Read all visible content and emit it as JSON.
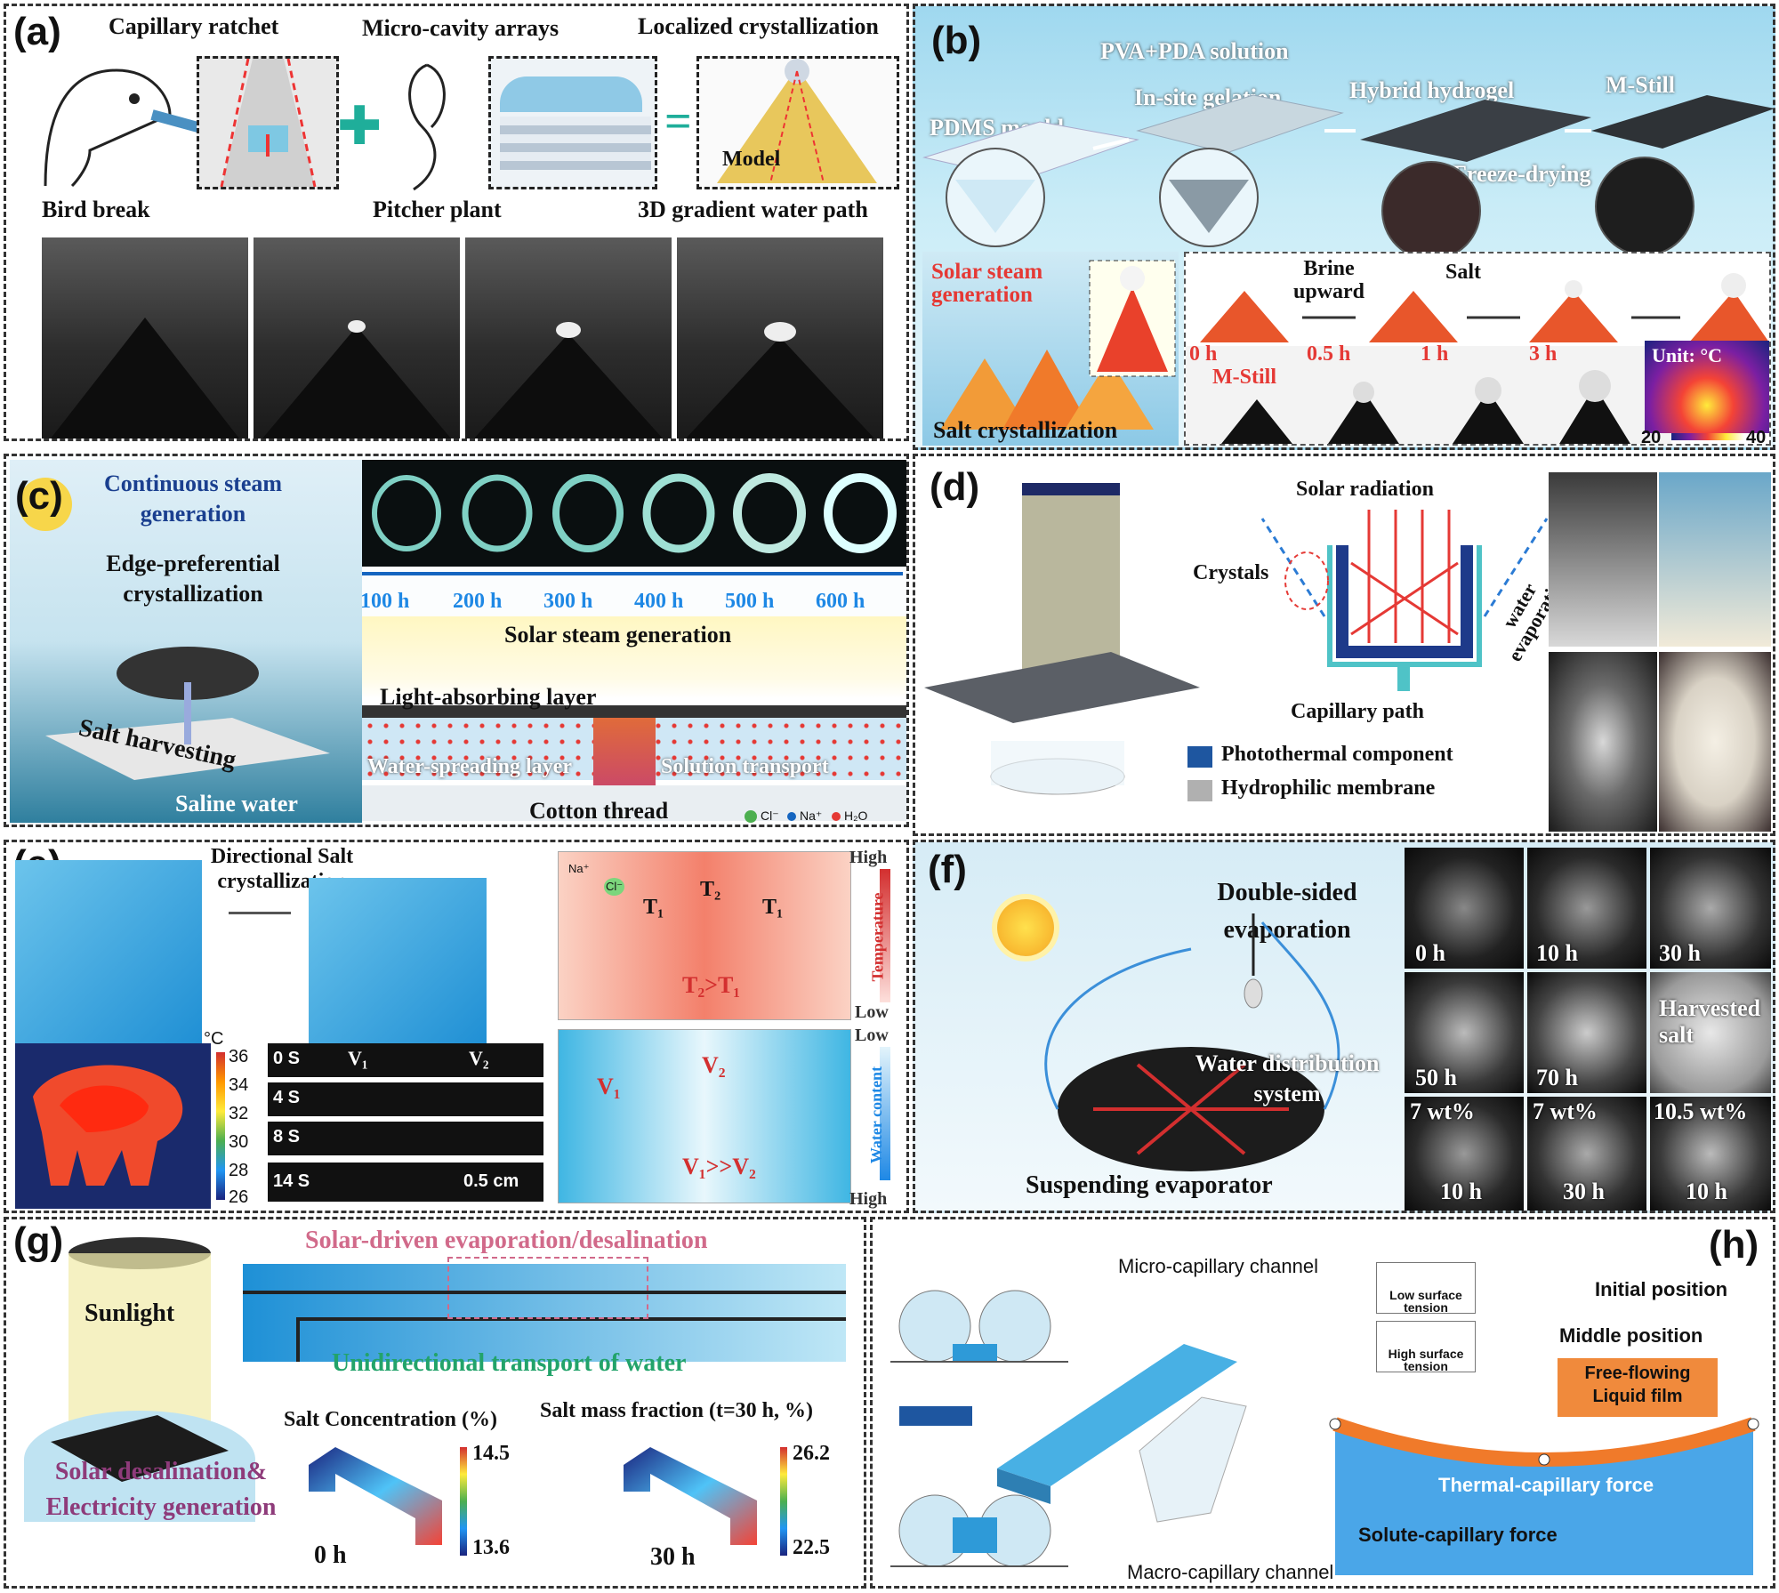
{
  "panels": {
    "a": {
      "label": "(a)",
      "capillary_ratchet": "Capillary ratchet",
      "micro_cavity": "Micro-cavity arrays",
      "localized": "Localized crystallization",
      "model": "Model",
      "bird": "Bird break",
      "pitcher": "Pitcher plant",
      "gradient": "3D gradient water path"
    },
    "b": {
      "label": "(b)",
      "pva": "PVA+PDA solution",
      "pdms": "PDMS mould",
      "insite": "In-site gelation",
      "hybrid": "Hybrid hydrogel",
      "mstill": "M-Still",
      "freeze": "Freeze-drying",
      "solar_steam": "Solar steam generation",
      "brine": "Brine upward",
      "salt": "Salt",
      "t0": "0 h",
      "mstill2": "M-Still",
      "t05": "0.5 h",
      "t1": "1 h",
      "t3": "3 h",
      "unit": "Unit: °C",
      "salt_cryst": "Salt crystallization",
      "scale_min": "20",
      "scale_max": "40"
    },
    "c": {
      "label": "(c)",
      "continuous": "Continuous steam generation",
      "edge": "Edge-preferential crystallization",
      "harvest": "Salt harvesting",
      "saline": "Saline water",
      "times": [
        "100 h",
        "200 h",
        "300 h",
        "400 h",
        "500 h",
        "600 h"
      ],
      "solar_steam": "Solar steam generation",
      "light_abs": "Light-absorbing layer",
      "water_spread": "Water-spreading layer",
      "solution": "Solution transport",
      "cotton": "Cotton thread",
      "cl": "Cl⁻",
      "na": "Na⁺",
      "h2o": "H₂O"
    },
    "d": {
      "label": "(d)",
      "solar": "Solar radiation",
      "crystals": "Crystals",
      "water_evap": "water evaporation",
      "capillary": "Capillary path",
      "photothermal": "Photothermal component",
      "hydrophilic": "Hydrophilic membrane"
    },
    "e": {
      "label": "(e)",
      "directional": "Directional Salt crystallization",
      "temp_unit": "°C",
      "ticks": [
        "36",
        "34",
        "32",
        "30",
        "28",
        "26"
      ],
      "times": [
        "0 S",
        "4 S",
        "8 S",
        "14 S"
      ],
      "v1": "V₁",
      "v2": "V₂",
      "scale": "0.5 cm",
      "t1": "T₁",
      "t2": "T₂",
      "t_rel": "T₂>T₁",
      "high": "High",
      "low": "Low",
      "temperature": "Temperature",
      "low2": "Low",
      "high2": "High",
      "water_content": "Water content",
      "v_rel": "V₁>>V₂",
      "na": "Na⁺",
      "cl": "Cl⁻"
    },
    "f": {
      "label": "(f)",
      "double": "Double-sided evaporation",
      "water_dist": "Water distribution system",
      "suspending": "Suspending evaporator",
      "grid": [
        "0 h",
        "10 h",
        "30 h",
        "50 h",
        "70 h",
        "Harvested salt",
        "7 wt%",
        "7 wt%",
        "10.5 wt%"
      ],
      "grid_sub": [
        "",
        "",
        "",
        "",
        "",
        "",
        "10 h",
        "30 h",
        "10 h"
      ]
    },
    "g": {
      "label": "(g)",
      "sunlight": "Sunlight",
      "desal": "Solar desalination& Electricity generation",
      "solar_driven": "Solar-driven evaporation/desalination",
      "unidirectional": "Unidirectional transport of water",
      "salt_conc": "Salt Concentration (%)",
      "salt_mass": "Salt mass fraction (t=30 h, %)",
      "c_max": "14.5",
      "c_min": "13.6",
      "m_max": "26.2",
      "m_min": "22.5",
      "t0": "0 h",
      "t30": "30 h"
    },
    "h": {
      "label": "(h)",
      "micro": "Micro-capillary channel",
      "low_st": "Low surface tension",
      "high_st": "High surface tension",
      "initial": "Initial position",
      "middle": "Middle position",
      "free": "Free-flowing Liquid film",
      "thermal": "Thermal-capillary force",
      "solute": "Solute-capillary force",
      "macro": "Macro-capillary channel"
    }
  },
  "colors": {
    "accent_teal": "#1fae9a",
    "blue_text": "#1a3f8f",
    "red_text": "#c62828",
    "pink_text": "#c2185b"
  }
}
